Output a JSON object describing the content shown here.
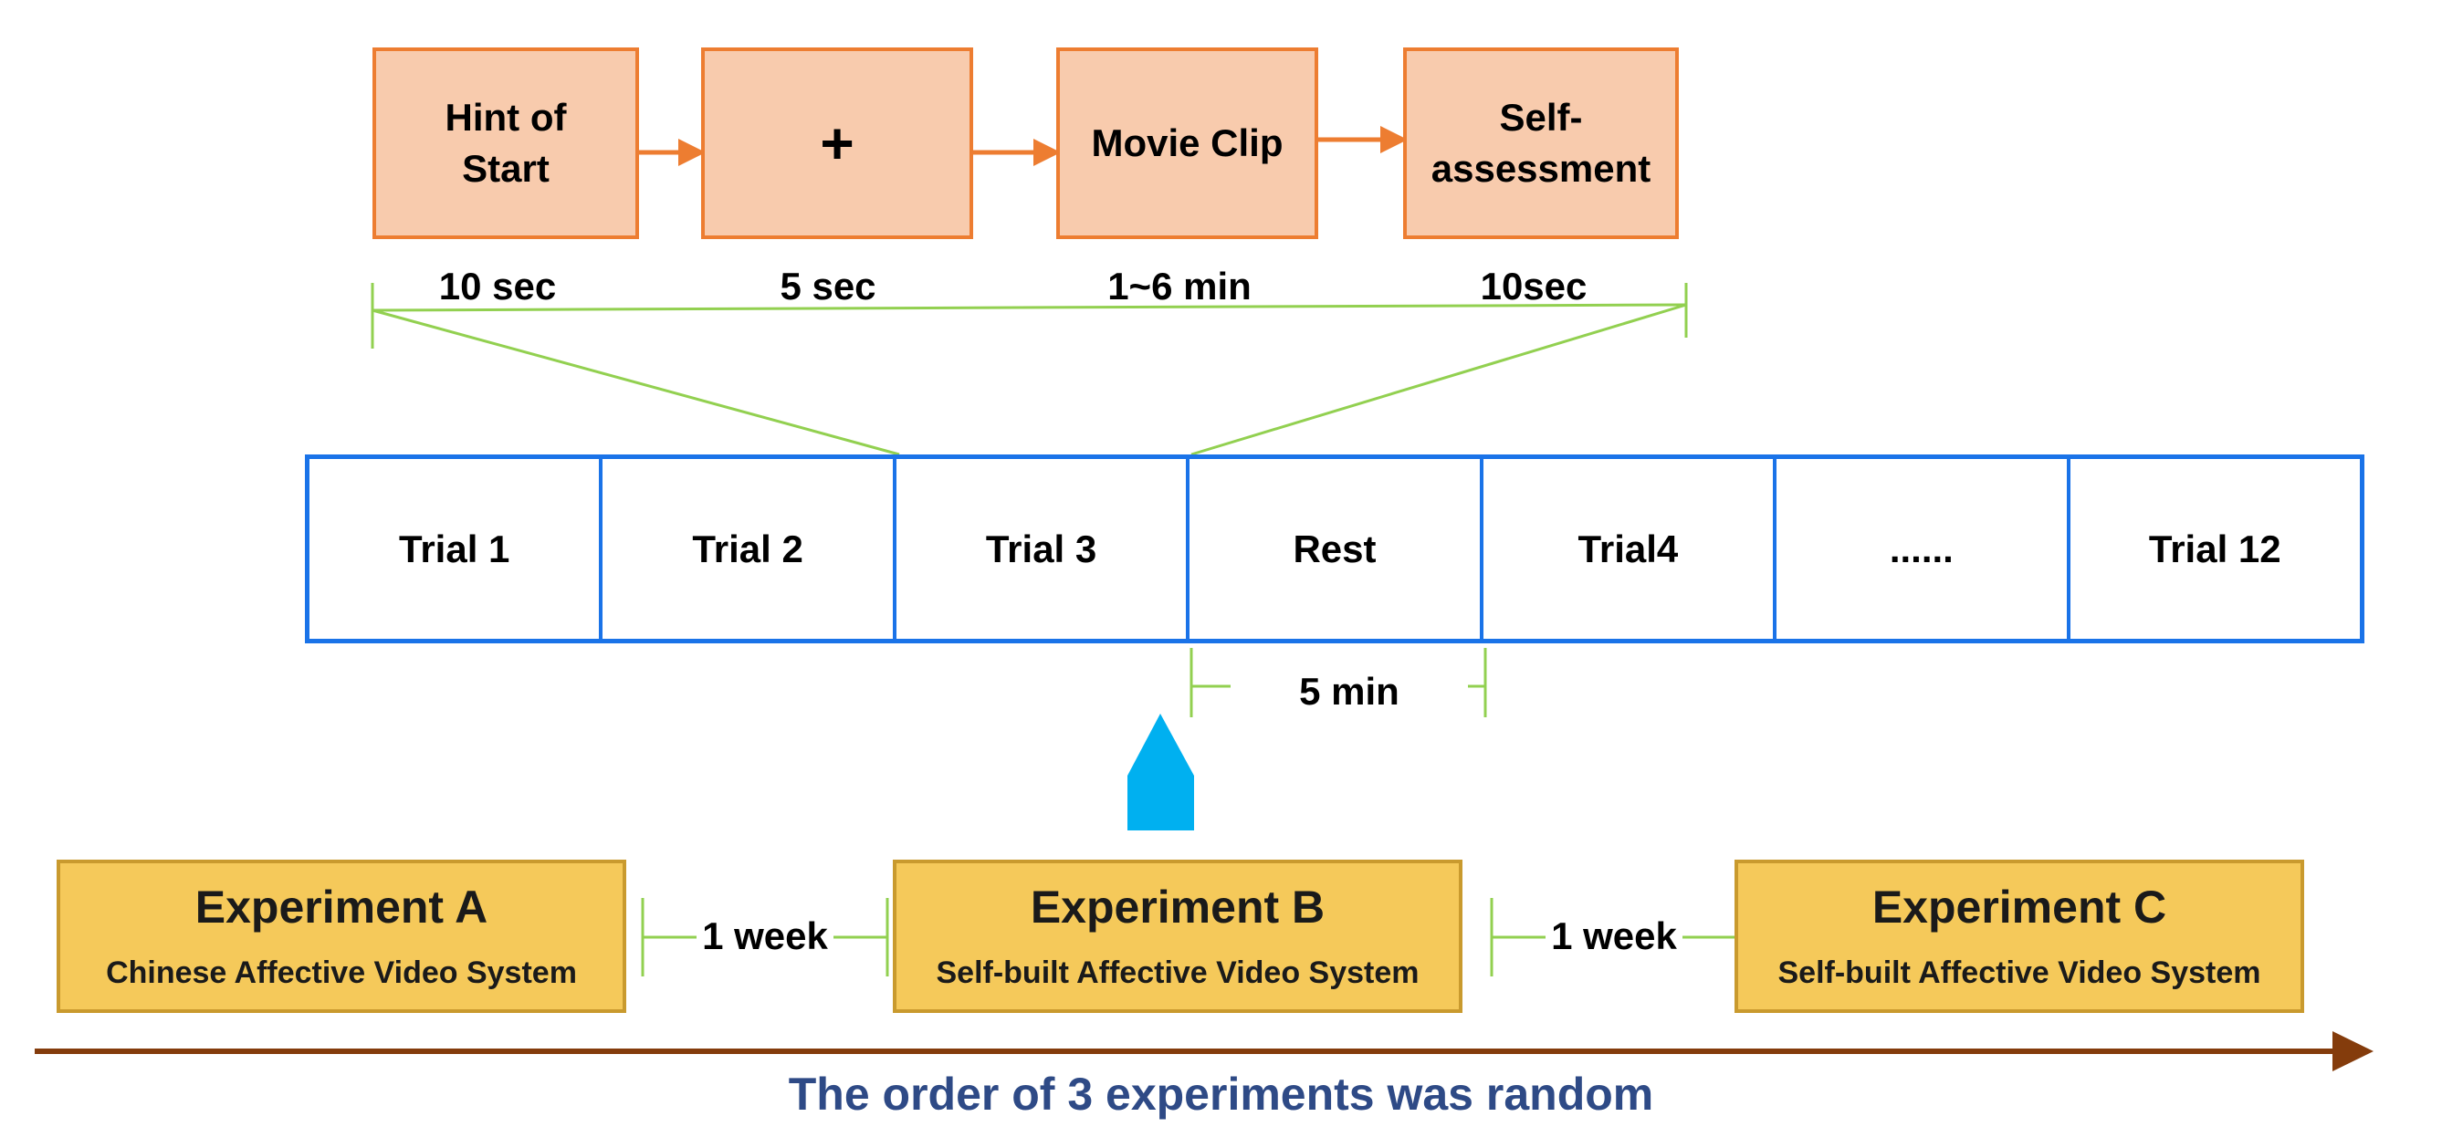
{
  "sequence": {
    "steps": [
      {
        "label": "Hint of\nStart",
        "duration": "10 sec"
      },
      {
        "label": "+",
        "duration": "5 sec"
      },
      {
        "label": "Movie Clip",
        "duration": "1~6 min"
      },
      {
        "label": "Self-\nassessment",
        "duration": "10sec"
      }
    ]
  },
  "trials": [
    "Trial 1",
    "Trial 2",
    "Trial 3",
    "Rest",
    "Trial4",
    "......",
    "Trial 12"
  ],
  "rest_duration": "5 min",
  "experiments": [
    {
      "title": "Experiment A",
      "subtitle": "Chinese Affective Video System"
    },
    {
      "title": "Experiment B",
      "subtitle": "Self-built Affective Video System"
    },
    {
      "title": "Experiment C",
      "subtitle": "Self-built Affective Video System"
    }
  ],
  "intervals": [
    "1 week",
    "1 week"
  ],
  "footer": "The order of 3 experiments was random",
  "colors": {
    "step_fill": "#f8cbad",
    "step_border": "#ed7d31",
    "trial_border": "#1a73e8",
    "bracket": "#92d050",
    "experiment_fill": "#f5c95a",
    "experiment_border": "#c99a2e",
    "up_arrow": "#00b0f0",
    "timeline": "#843c0c",
    "footer_text": "#2e4a86"
  }
}
